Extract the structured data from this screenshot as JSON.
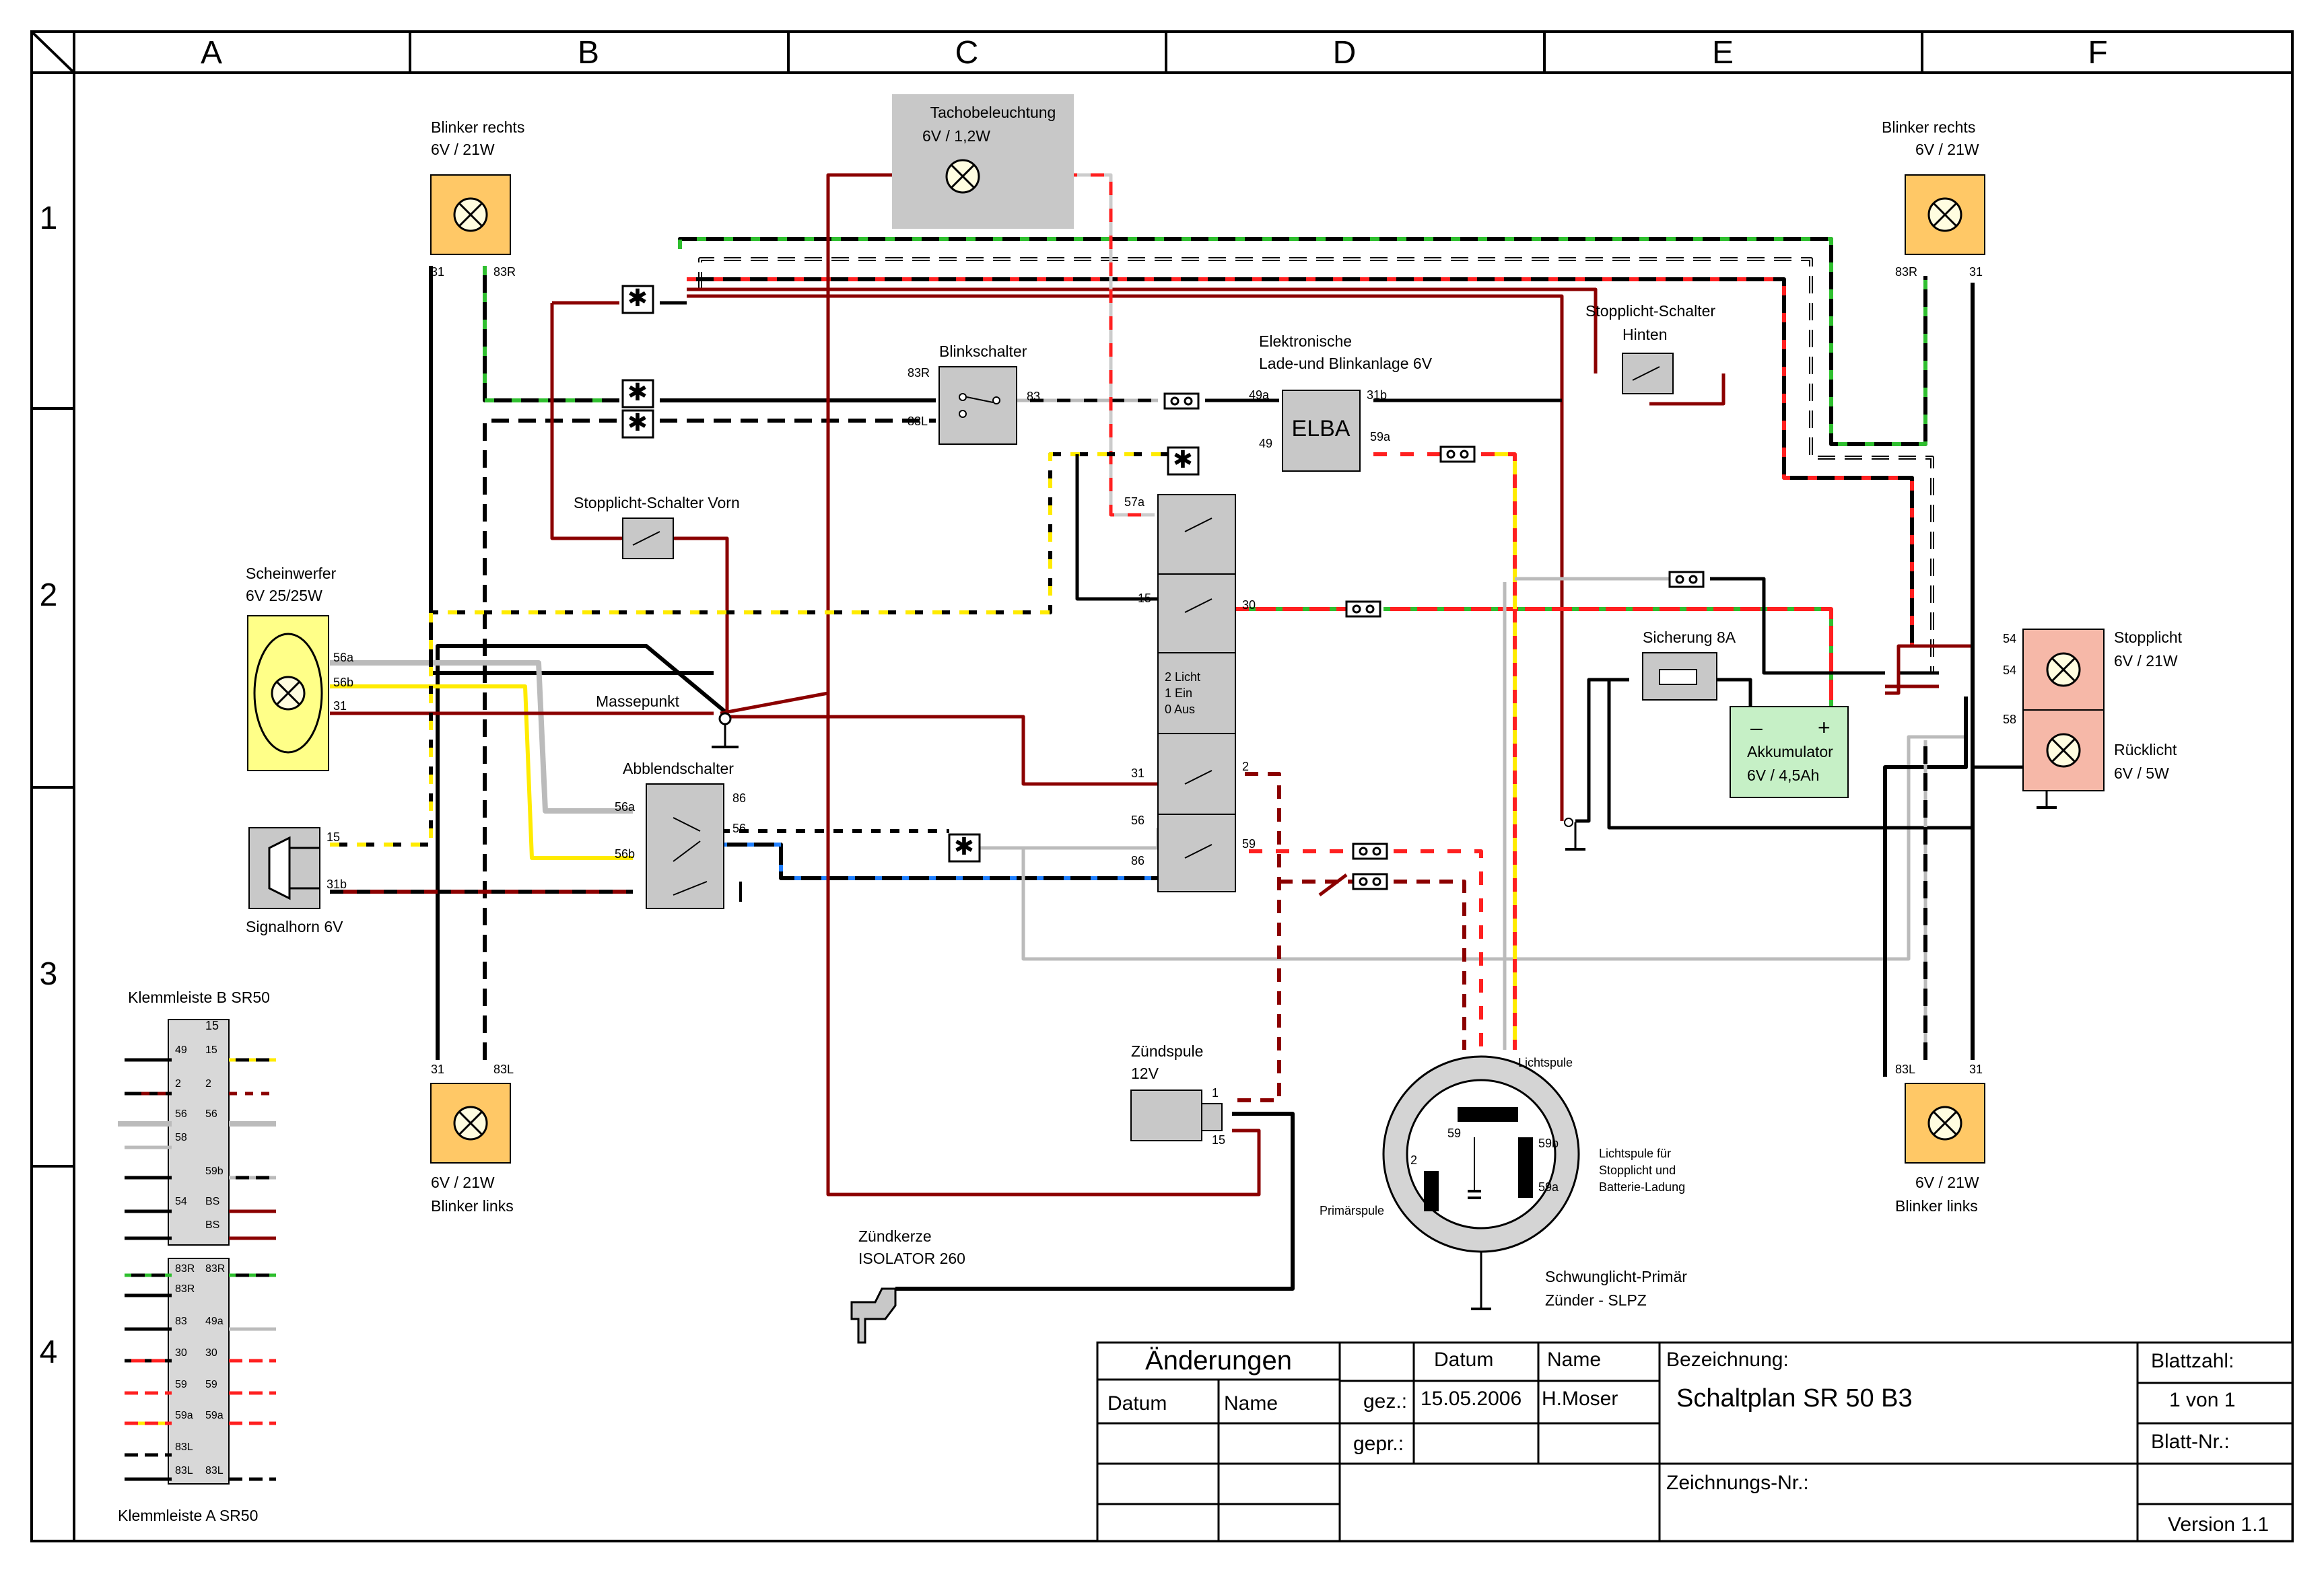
{
  "grid": {
    "columns": [
      "A",
      "B",
      "C",
      "D",
      "E",
      "F"
    ],
    "rows": [
      "1",
      "2",
      "3",
      "4"
    ]
  },
  "components": {
    "tacho": {
      "name": "Tachobeleuchtung",
      "spec": "6V / 1,2W"
    },
    "blinker_r_left": {
      "name": "Blinker rechts",
      "spec": "6V / 21W",
      "term_a": "31",
      "term_b": "83R"
    },
    "blinker_r_right": {
      "name": "Blinker rechts",
      "spec": "6V / 21W",
      "term_a": "83R",
      "term_b": "31"
    },
    "blinker_l_left": {
      "name": "Blinker links",
      "spec": "6V / 21W",
      "term_a": "31",
      "term_b": "83L"
    },
    "blinker_l_right": {
      "name": "Blinker links",
      "spec": "6V / 21W",
      "term_a": "83L",
      "term_b": "31"
    },
    "blinkschalter": {
      "name": "Blinkschalter",
      "t1": "83R",
      "t2": "83L",
      "t3": "83"
    },
    "elba": {
      "name_line1": "Elektronische",
      "name_line2": "Lade-und Blinkanlage 6V",
      "box": "ELBA",
      "t49a": "49a",
      "t31b": "31b",
      "t49": "49",
      "t59a": "59a"
    },
    "stopp_hinten": {
      "line1": "Stopplicht-Schalter",
      "line2": "Hinten"
    },
    "stopp_vorn": {
      "name": "Stopplicht-Schalter  Vorn"
    },
    "scheinwerfer": {
      "name": "Scheinwerfer",
      "spec": "6V 25/25W",
      "t1": "56a",
      "t2": "56b",
      "t3": "31"
    },
    "massepunkt": {
      "name": "Massepunkt"
    },
    "abblend": {
      "name": "Abblendschalter",
      "t56a": "56a",
      "t56b": "56b",
      "t86": "86",
      "t56": "56"
    },
    "signalhorn": {
      "name": "Signalhorn 6V",
      "t15": "15",
      "t31b": "31b"
    },
    "zuendschloss": {
      "t57a": "57a",
      "t15": "15",
      "t30": "30",
      "pos": [
        "2 Licht",
        "1 Ein",
        "0 Aus"
      ],
      "t31": "31",
      "t2": "2",
      "t56": "56",
      "t86": "86",
      "t59": "59"
    },
    "sicherung": {
      "name": "Sicherung 8A"
    },
    "akku": {
      "name": "Akkumulator",
      "spec": "6V / 4,5Ah",
      "minus": "–",
      "plus": "+"
    },
    "stopplicht": {
      "name": "Stopplicht",
      "spec": "6V / 21W",
      "t1": "54",
      "t2": "54"
    },
    "ruecklicht": {
      "name": "Rücklicht",
      "spec": "6V / 5W",
      "t1": "58"
    },
    "zuendspule": {
      "name": "Zündspule",
      "spec": "12V",
      "t1": "1",
      "t15": "15"
    },
    "zuendkerze": {
      "name": "Zündkerze",
      "spec": "ISOLATOR 260"
    },
    "slpz": {
      "lichtspule": "Lichtspule",
      "ls_desc1": "Lichtspule für",
      "ls_desc2": "Stopplicht und",
      "ls_desc3": "Batterie-Ladung",
      "primaer": "Primärspule",
      "name1": "Schwunglicht-Primär",
      "name2": "Zünder - SLPZ",
      "t59": "59",
      "t2": "2",
      "t59b": "59b",
      "t59a": "59a"
    }
  },
  "klemmleiste_b": {
    "title": "Klemmleiste B SR50",
    "rows": [
      [
        "49",
        "15"
      ],
      [
        "",
        ""
      ],
      [
        "2",
        "2"
      ],
      [
        "56",
        "56"
      ],
      [
        "58",
        ""
      ],
      [
        "",
        "59b"
      ],
      [
        "54",
        "BS"
      ],
      [
        "",
        "BS"
      ]
    ],
    "top": "15"
  },
  "klemmleiste_a": {
    "title": "Klemmleiste A SR50",
    "rows": [
      [
        "83R",
        "83R"
      ],
      [
        "83R",
        ""
      ],
      [
        "83",
        "49a"
      ],
      [
        "30",
        "30"
      ],
      [
        "59",
        "59"
      ],
      [
        "59a",
        "59a"
      ],
      [
        "83L",
        ""
      ],
      [
        "83L",
        "83L"
      ]
    ]
  },
  "titleblock": {
    "aenderungen": "Änderungen",
    "datum_col": "Datum",
    "name_col": "Name",
    "datum_hdr": "Datum",
    "name_hdr": "Name",
    "gez": "gez.:",
    "gez_datum": "15.05.2006",
    "gez_name": "H.Moser",
    "gepr": "gepr.:",
    "bezeichnung_label": "Bezeichnung:",
    "bezeichnung": "Schaltplan SR 50 B3",
    "blattzahl_label": "Blattzahl:",
    "blattzahl": "1 von 1",
    "blattnr_label": "Blatt-Nr.:",
    "zeichnungsnr_label": "Zeichnungs-Nr.:",
    "version": "Version 1.1"
  }
}
